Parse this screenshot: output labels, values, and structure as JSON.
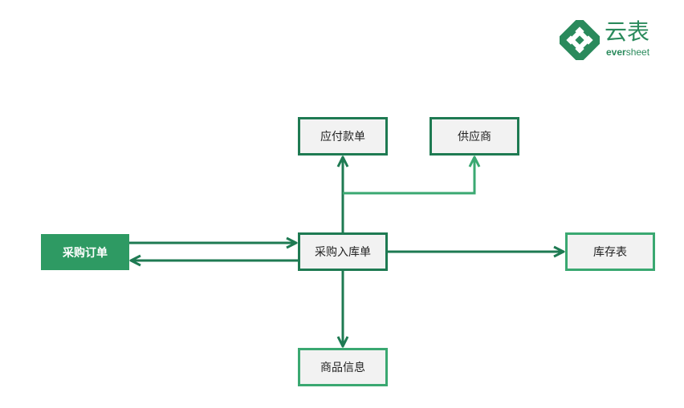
{
  "logo": {
    "text_cn": "云表",
    "text_en_bold": "ever",
    "text_en_rest": "sheet"
  },
  "colors": {
    "dark_green": "#1e7a52",
    "light_green": "#3aa871",
    "filled_green": "#2e9a63",
    "box_fill": "#f2f2f2"
  },
  "nodes": {
    "purchase_order": "采购订单",
    "purchase_inbound": "采购入库单",
    "accounts_payable": "应付款单",
    "supplier": "供应商",
    "inventory": "库存表",
    "product_info": "商品信息"
  }
}
